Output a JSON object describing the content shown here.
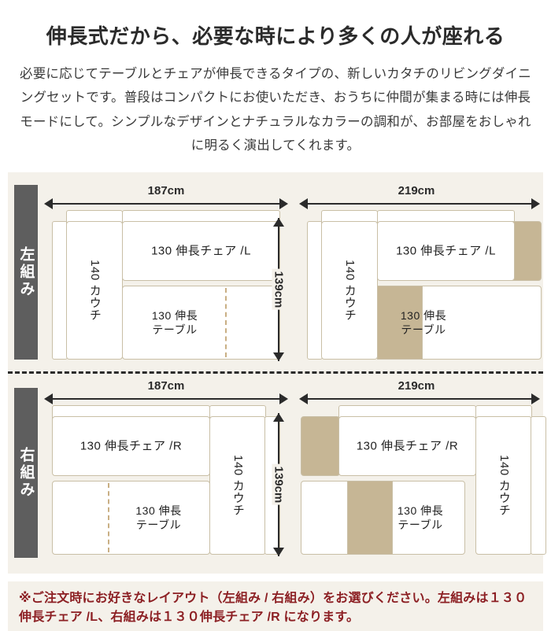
{
  "header": {
    "title": "伸長式だから、必要な時により多くの人が座れる",
    "description": "必要に応じてテーブルとチェアが伸長できるタイプの、新しいカタチのリビングダイニングセットです。普段はコンパクトにお使いただき、おうちに仲間が集まる時には伸長モードにして。シンプルなデザインとナチュラルなカラーの調和が、お部屋をおしゃれに明るく演出してくれます。"
  },
  "colors": {
    "panel_background": "#F4F1EA",
    "furniture_outline": "#C9BFA6",
    "extension_fill": "#C6B695",
    "side_tab": "#5E5E5E",
    "footer_text": "#8C1F23",
    "dimension_line": "#2B2B2B"
  },
  "rows": [
    {
      "tab_label": "左組み",
      "left": {
        "width_label": "187cm",
        "sofa_label": "140 カウチ",
        "chair_label": "130 伸長チェア /L",
        "table_label_line1": "130 伸長",
        "table_label_line2": "テーブル"
      },
      "right": {
        "width_label": "219cm",
        "height_label": "139cm",
        "sofa_label": "140 カウチ",
        "chair_label": "130 伸長チェア /L",
        "table_label_line1": "130 伸長",
        "table_label_line2": "テーブル"
      }
    },
    {
      "tab_label": "右組み",
      "left": {
        "width_label": "187cm",
        "sofa_label": "140 カウチ",
        "chair_label": "130 伸長チェア /R",
        "table_label_line1": "130 伸長",
        "table_label_line2": "テーブル"
      },
      "right": {
        "width_label": "219cm",
        "height_label": "139cm",
        "sofa_label": "140 カウチ",
        "chair_label": "130 伸長チェア /R",
        "table_label_line1": "130 伸長",
        "table_label_line2": "テーブル"
      }
    }
  ],
  "height_label_top": "139cm",
  "height_label_bottom": "139cm",
  "footer": {
    "note": "※ご注文時にお好きなレイアウト（左組み / 右組み）をお選びください。左組みは１３０伸長チェア /L、右組みは１３０伸長チェア /R になります。"
  }
}
